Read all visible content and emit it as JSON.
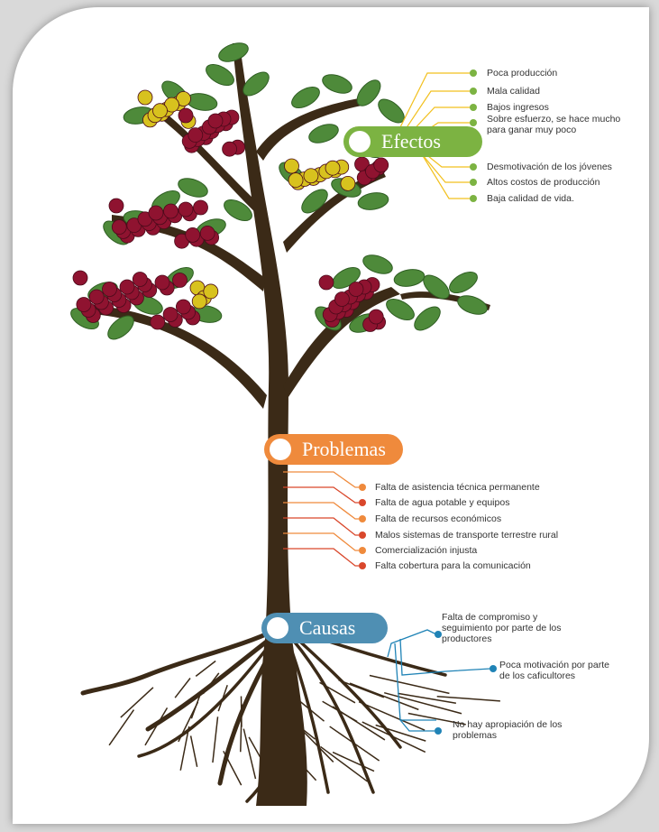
{
  "colors": {
    "efectos": "#7cb342",
    "efectos_lines": "#f2c01e",
    "problemas": "#ef8a3c",
    "problemas_lines": "#d9472b",
    "causas": "#4f8fb3",
    "causas_lines": "#1f83b6",
    "trunk": "#3b2a17",
    "leaf": "#4e8a3a",
    "berry_red": "#8f1330",
    "berry_yellow": "#d8c21e"
  },
  "efectos": {
    "title": "Efectos",
    "items": [
      "Poca producción",
      "Mala calidad",
      "Bajos ingresos",
      "Sobre esfuerzo, se hace mucho\npara ganar muy poco",
      "Desmotivación de los jóvenes",
      "Altos costos de producción",
      "Baja calidad de vida."
    ]
  },
  "problemas": {
    "title": "Problemas",
    "items": [
      "Falta de asistencia técnica permanente",
      "Falta de agua potable y equipos",
      "Falta de recursos económicos",
      "Malos sistemas de transporte terrestre rural",
      "Comercialización injusta",
      "Falta cobertura para la comunicación"
    ]
  },
  "causas": {
    "title": "Causas",
    "items": [
      "Falta de compromiso y\nseguimiento por parte de los\nproductores",
      "Poca motivación por parte\nde los caficultores",
      "No hay apropiación de los\nproblemas"
    ]
  }
}
